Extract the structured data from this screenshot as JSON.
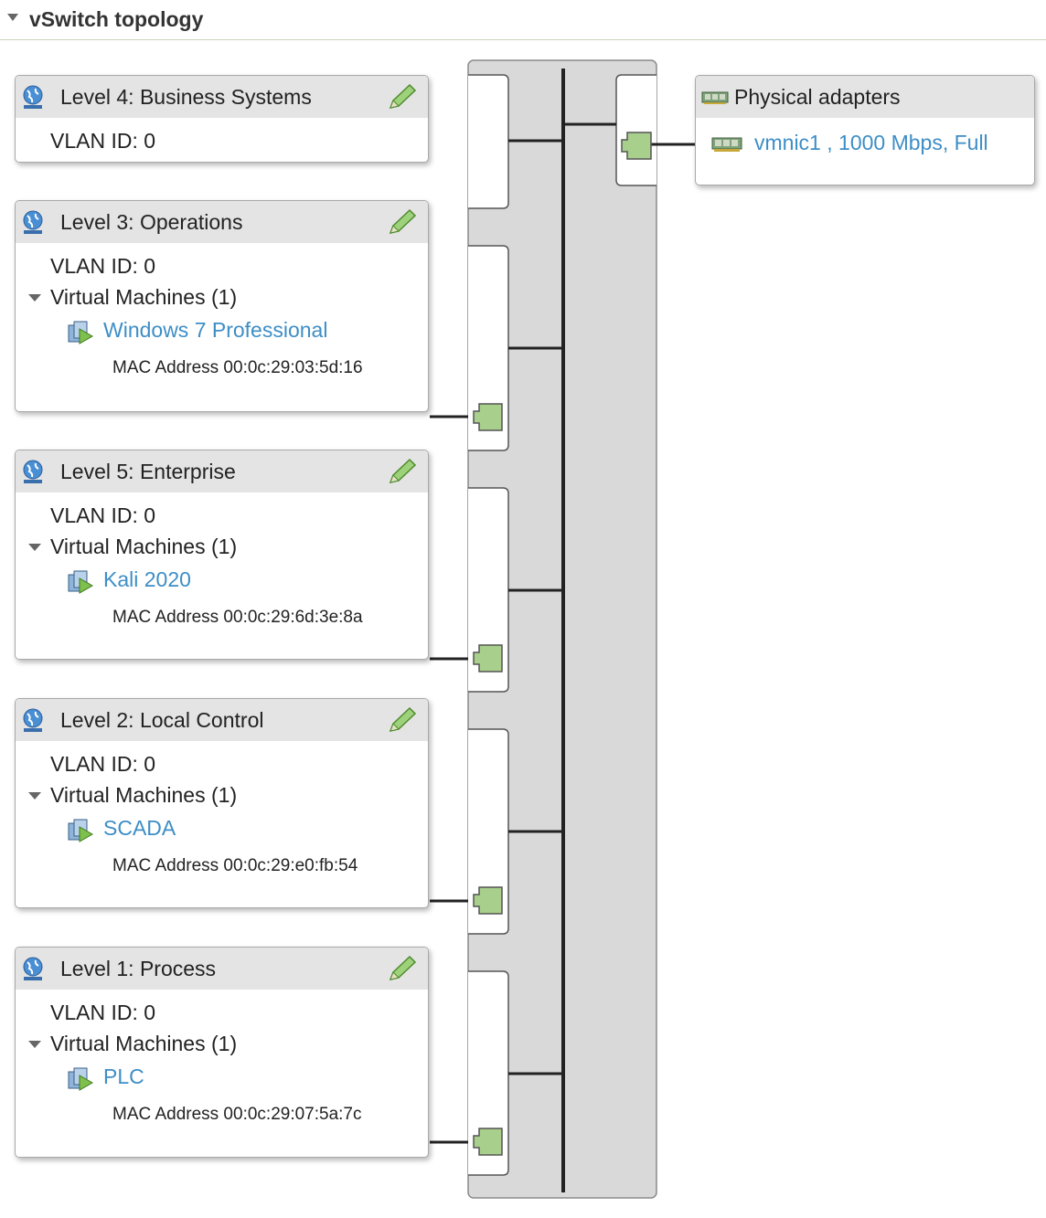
{
  "section": {
    "title": "vSwitch topology"
  },
  "port_groups": [
    {
      "name": "Level 4: Business Systems",
      "vlan": "VLAN ID: 0"
    },
    {
      "name": "Level 3: Operations",
      "vlan": "VLAN ID: 0",
      "vm_header": "Virtual Machines (1)",
      "vm_name": "Windows 7 Professional",
      "mac": "MAC Address 00:0c:29:03:5d:16"
    },
    {
      "name": "Level 5: Enterprise",
      "vlan": "VLAN ID: 0",
      "vm_header": "Virtual Machines (1)",
      "vm_name": "Kali 2020",
      "mac": "MAC Address 00:0c:29:6d:3e:8a"
    },
    {
      "name": "Level 2: Local Control",
      "vlan": "VLAN ID: 0",
      "vm_header": "Virtual Machines (1)",
      "vm_name": "SCADA",
      "mac": "MAC Address 00:0c:29:e0:fb:54"
    },
    {
      "name": "Level 1: Process",
      "vlan": "VLAN ID: 0",
      "vm_header": "Virtual Machines (1)",
      "vm_name": "PLC",
      "mac": "MAC Address 00:0c:29:07:5a:7c"
    }
  ],
  "physical_adapters": {
    "title": "Physical adapters",
    "adapter": "vmnic1 , 1000 Mbps, Full"
  },
  "colors": {
    "link": "#3d8ec6",
    "port": "#a8cf8c",
    "switch_bg": "#d9d9d9",
    "header_bg": "#e4e4e4"
  }
}
